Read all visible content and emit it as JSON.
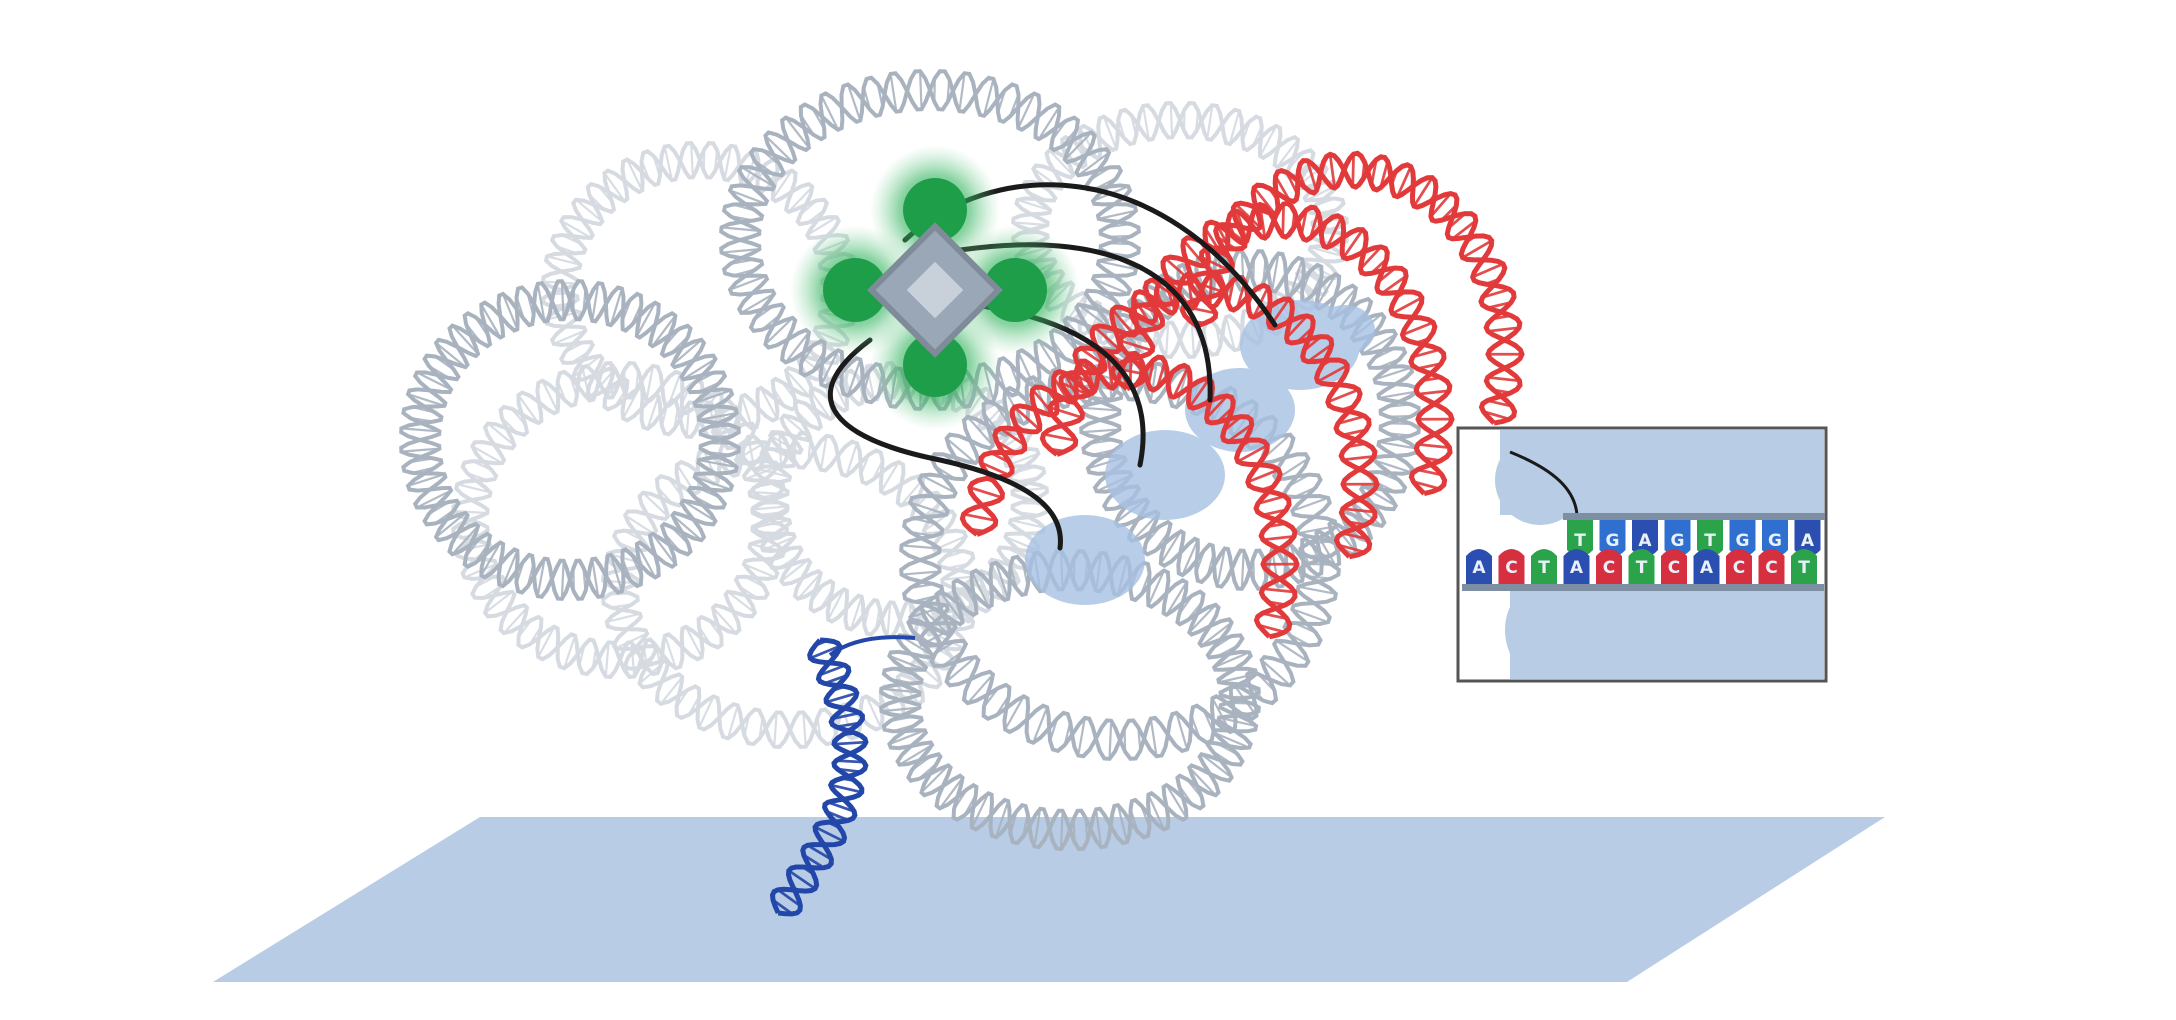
{
  "figure": {
    "inset": {
      "top_strand": [
        "T",
        "G",
        "A",
        "G",
        "T",
        "G",
        "G",
        "A"
      ],
      "bottom_strand": [
        "A",
        "C",
        "T",
        "A",
        "C",
        "T",
        "C",
        "A",
        "C",
        "C",
        "T"
      ]
    }
  },
  "colors": {
    "surface": "#b8cce6",
    "dna_gray": "#a9b3bf",
    "dna_faint": "#d6dbe2",
    "dna_red": "#e23a3a",
    "dna_blue": "#2347a8",
    "probe_black": "#1a1a1a",
    "blob_blue": "#a7c1e3",
    "green": "#1f9e4a",
    "base_A": "#2b4fb0",
    "base_C": "#d62f3f",
    "base_G": "#2f6fd0",
    "base_T": "#2aa34a"
  },
  "icons": [
    "dna-double-helix",
    "green-fluorescent-core",
    "binding-surface"
  ]
}
